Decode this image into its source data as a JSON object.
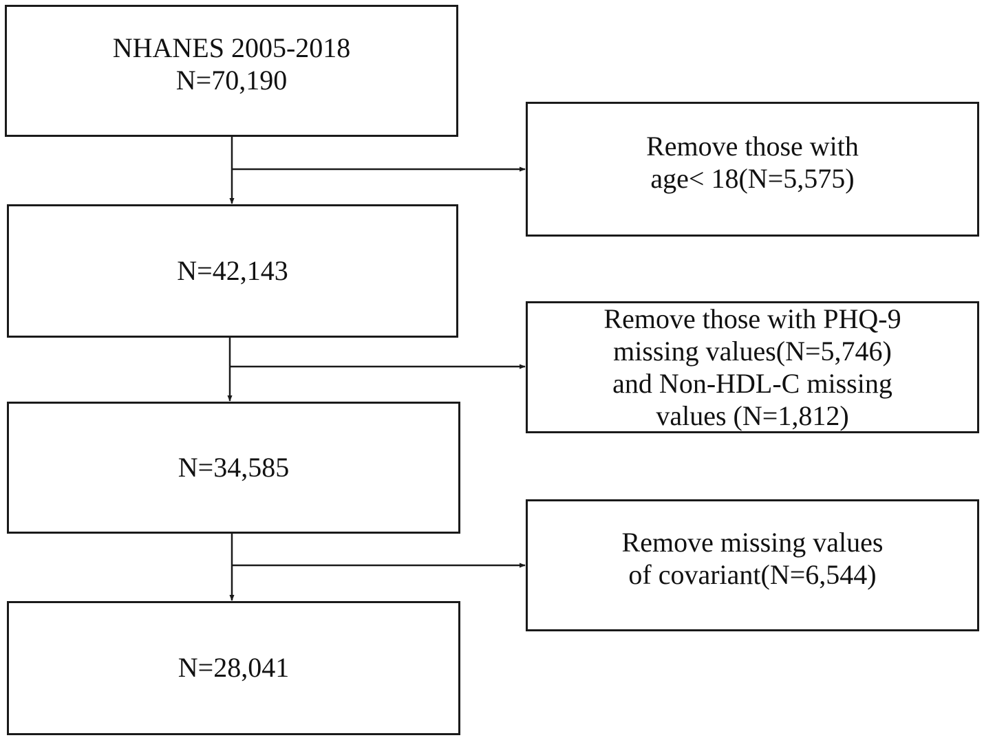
{
  "flowchart": {
    "main_steps": [
      {
        "lines": [
          "NHANES 2005-2018",
          "N=70,190"
        ]
      },
      {
        "lines": [
          "N=42,143"
        ]
      },
      {
        "lines": [
          "N=34,585"
        ]
      },
      {
        "lines": [
          "N=28,041"
        ]
      }
    ],
    "exclusions": [
      {
        "lines": [
          "Remove those with",
          "age< 18(N=5,575)"
        ]
      },
      {
        "lines": [
          "Remove those with PHQ-9",
          "missing values(N=5,746)",
          "and Non-HDL-C missing",
          "values (N=1,812)"
        ]
      },
      {
        "lines": [
          "Remove missing values",
          "of covariant(N=6,544)"
        ]
      }
    ]
  },
  "colors": {
    "line": "#1a1a1a",
    "text": "#111111",
    "background": "#ffffff"
  }
}
